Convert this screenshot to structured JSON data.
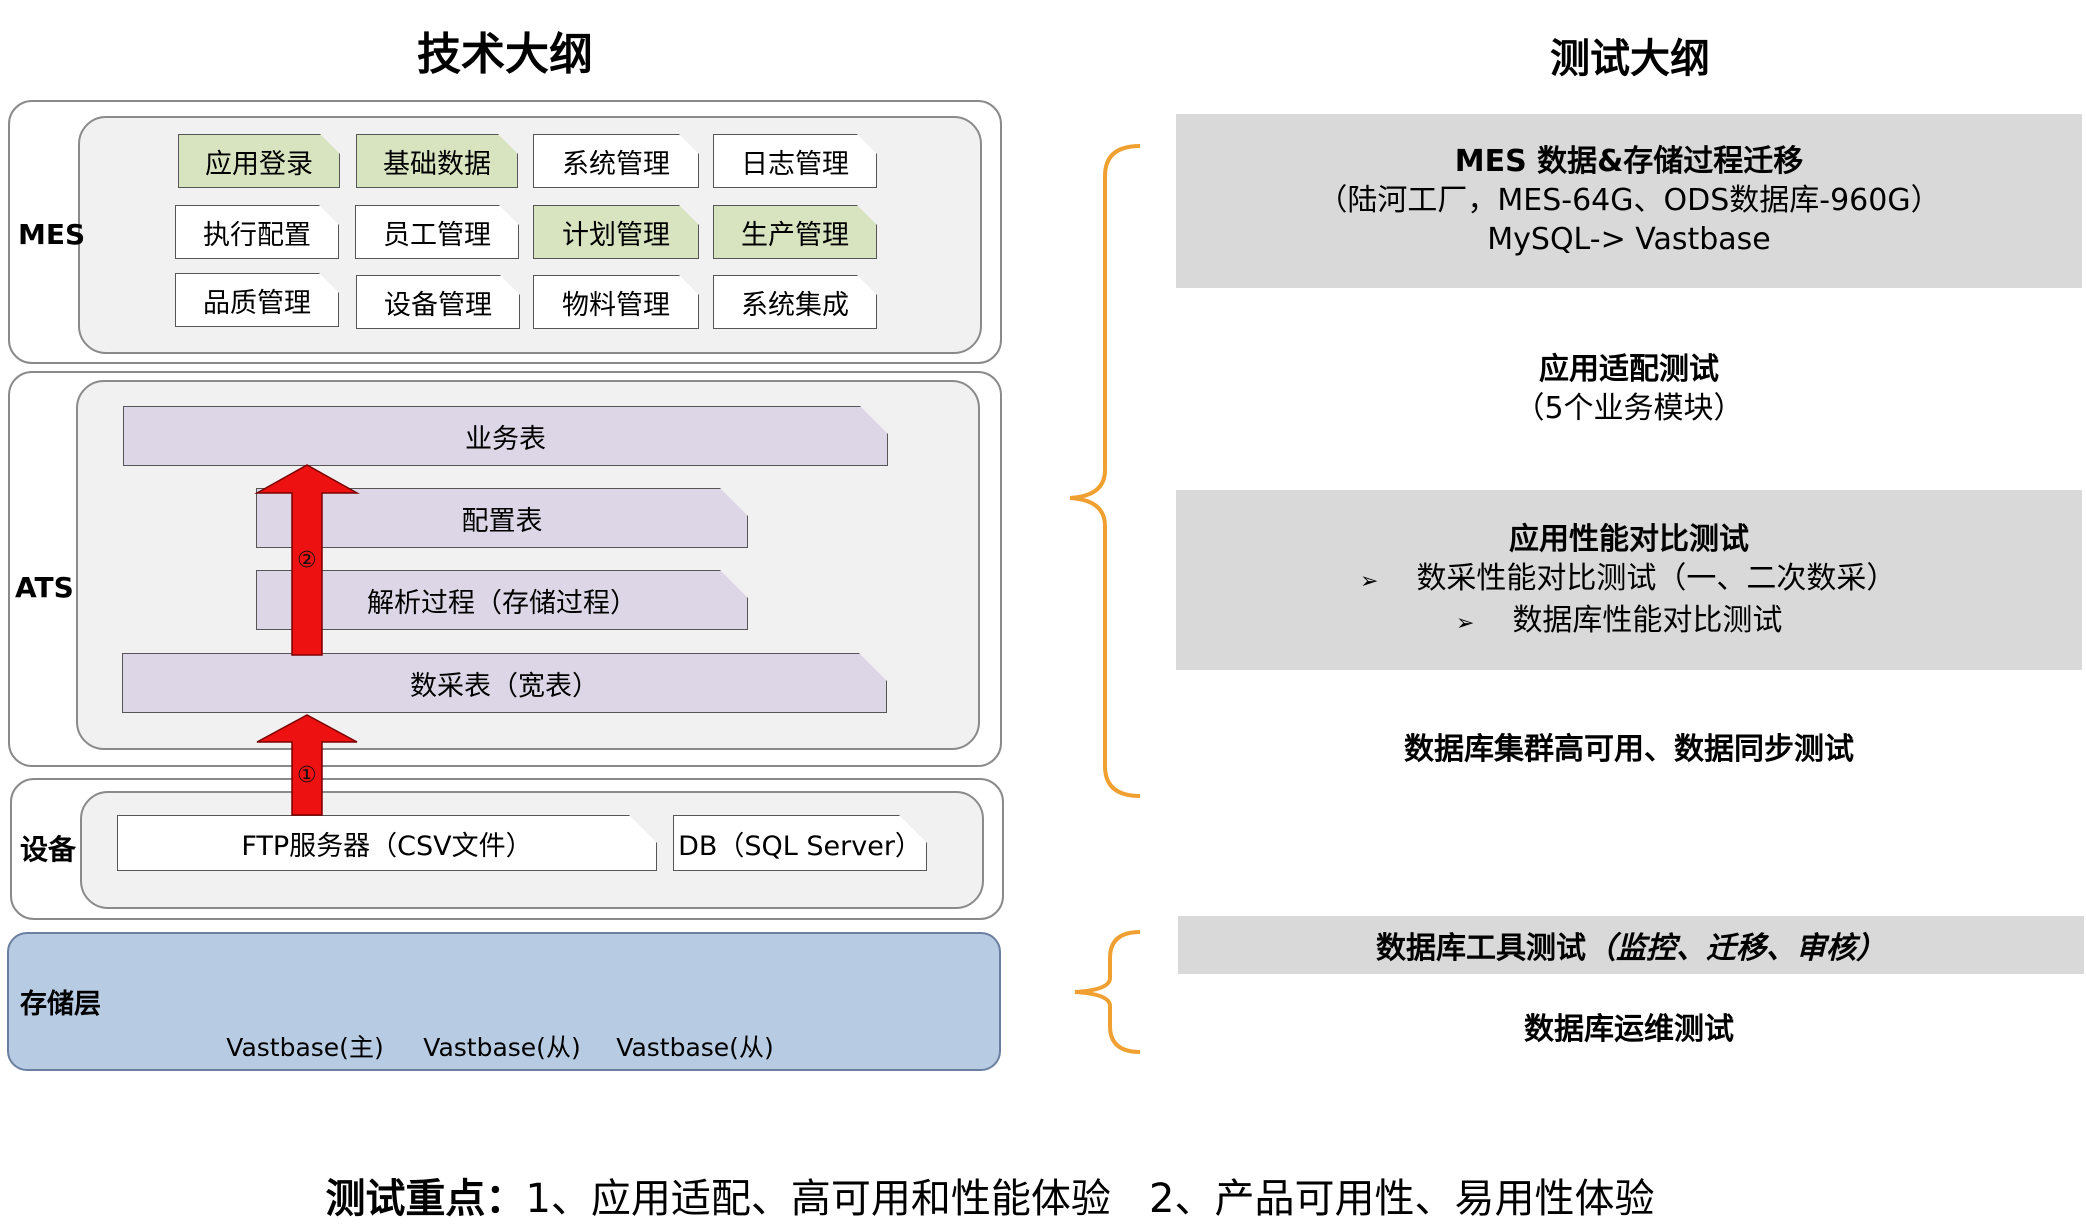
{
  "left_title": "技术大纲",
  "right_title": "测试大纲",
  "mes": {
    "label": "MES",
    "modules": [
      {
        "label": "应用登录",
        "highlight": true
      },
      {
        "label": "基础数据",
        "highlight": true
      },
      {
        "label": "系统管理",
        "highlight": false
      },
      {
        "label": "日志管理",
        "highlight": false
      },
      {
        "label": "执行配置",
        "highlight": false
      },
      {
        "label": "员工管理",
        "highlight": false
      },
      {
        "label": "计划管理",
        "highlight": true
      },
      {
        "label": "生产管理",
        "highlight": true
      },
      {
        "label": "品质管理",
        "highlight": false
      },
      {
        "label": "设备管理",
        "highlight": false
      },
      {
        "label": "物料管理",
        "highlight": false
      },
      {
        "label": "系统集成",
        "highlight": false
      }
    ]
  },
  "ats": {
    "label": "ATS",
    "bars": [
      "业务表",
      "配置表",
      "解析过程（存储过程）",
      "数采表（宽表）"
    ],
    "arrow_markers": [
      "②",
      "①"
    ]
  },
  "device": {
    "label": "设备",
    "items": [
      "FTP服务器（CSV文件）",
      "DB（SQL Server）"
    ]
  },
  "storage": {
    "label": "存储层",
    "dbs": [
      "Vastbase(主)",
      "Vastbase(从)",
      "Vastbase(从)"
    ]
  },
  "test_outline": {
    "migration": {
      "title": "MES 数据&存储过程迁移",
      "line2": "（陆河工厂，MES-64G、ODS数据库-960G）",
      "line3": "MySQL-> Vastbase"
    },
    "adaptation": {
      "title": "应用适配测试",
      "line2": "（5个业务模块）"
    },
    "performance": {
      "title": "应用性能对比测试",
      "bullet_icon": "➢",
      "bullets": [
        "数采性能对比测试（一、二次数采）",
        "数据库性能对比测试"
      ]
    },
    "ha": "数据库集群高可用、数据同步测试",
    "tools": {
      "prefix": "数据库工具测试",
      "emphasis": "（监控、迁移、审核）"
    },
    "ops": "数据库运维测试"
  },
  "footer": {
    "label": "测试重点：",
    "text": "1、应用适配、高可用和性能体验   2、产品可用性、易用性体验"
  },
  "colors": {
    "brace": "#f0a030",
    "arrow": "#ee1111",
    "green_tab": "#d8e4bf",
    "bar": "#dcd6e6",
    "storage": "#b7cbe3",
    "gray_box": "#d9d9d9"
  }
}
